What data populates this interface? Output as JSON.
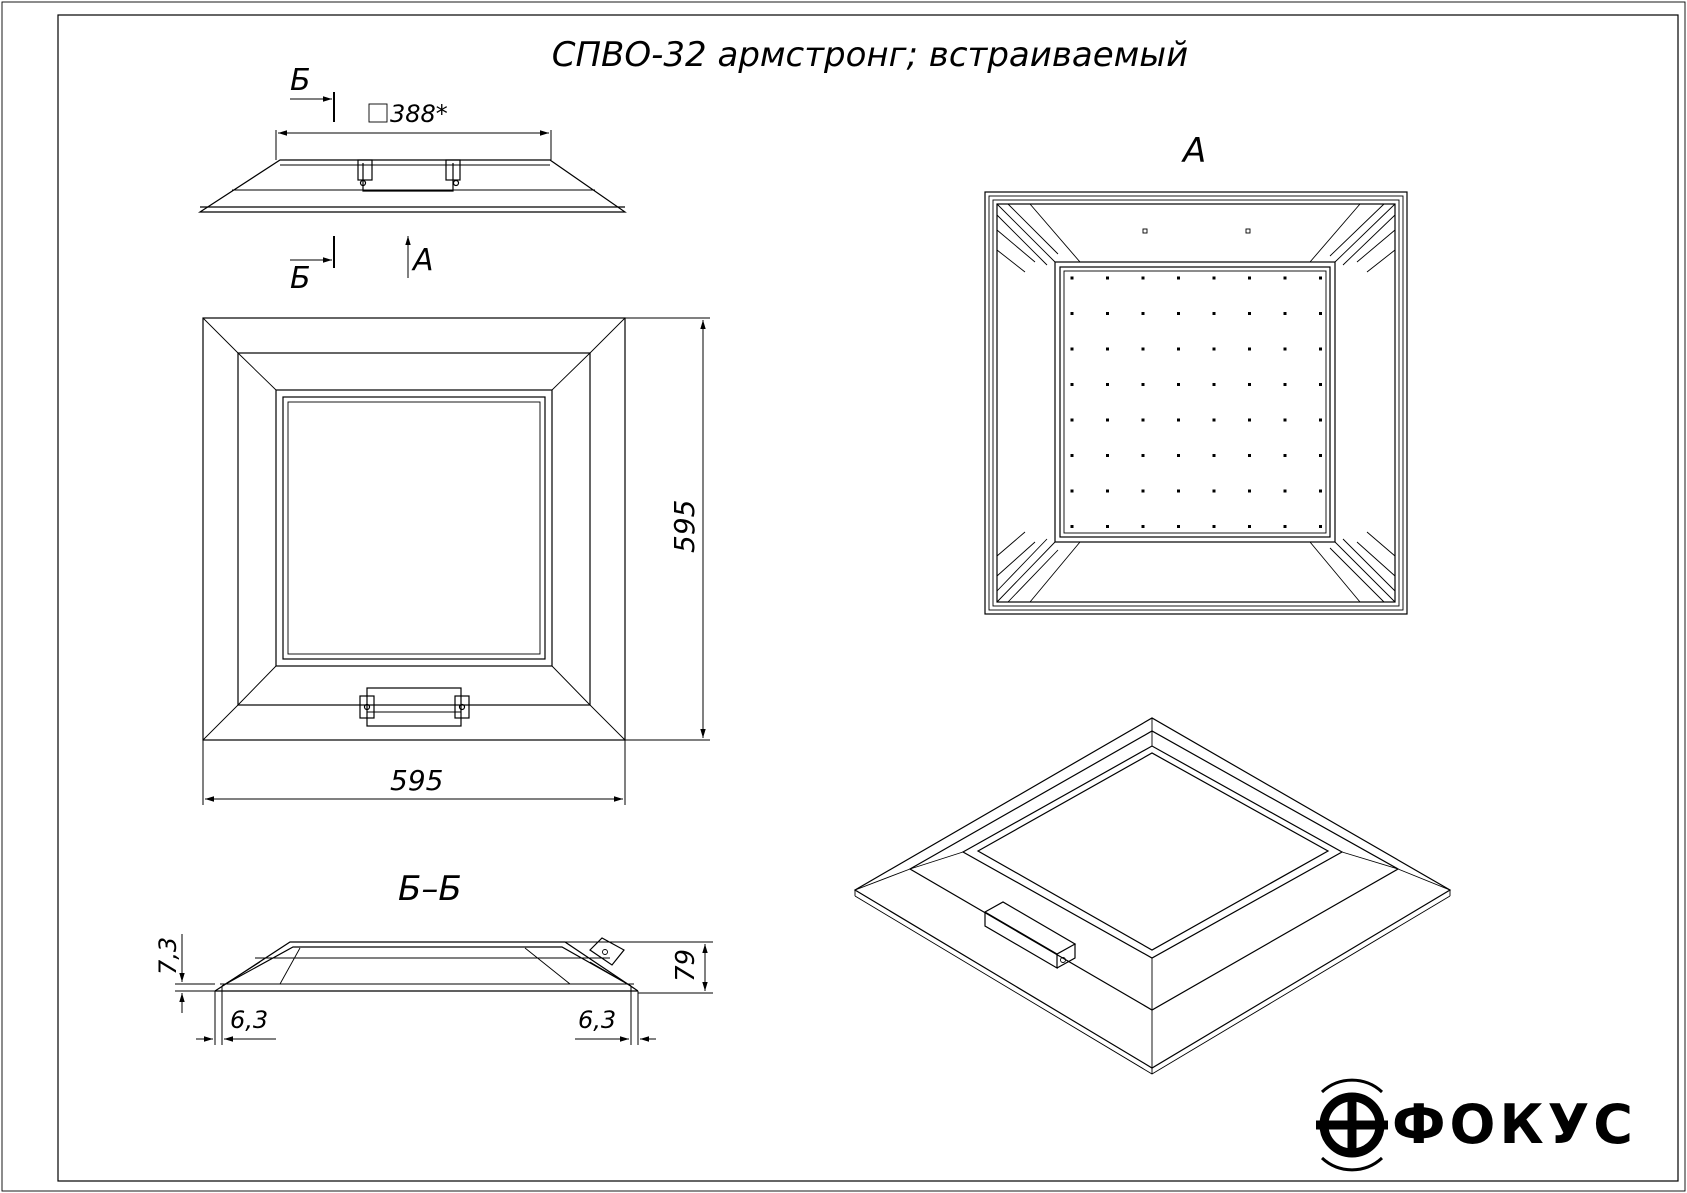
{
  "title": "СПВО-32 армстронг; встраиваемый",
  "views": {
    "section_marker": "Б",
    "view_marker": "А",
    "view_a_label": "А",
    "section_label": "Б–Б"
  },
  "dimensions": {
    "square_cut": "388*",
    "width": "595",
    "height": "595",
    "section_height": "79",
    "section_lip": "7,3",
    "edge_left": "6,3",
    "edge_right": "6,3"
  },
  "logo": {
    "text": "ФОКУС"
  }
}
